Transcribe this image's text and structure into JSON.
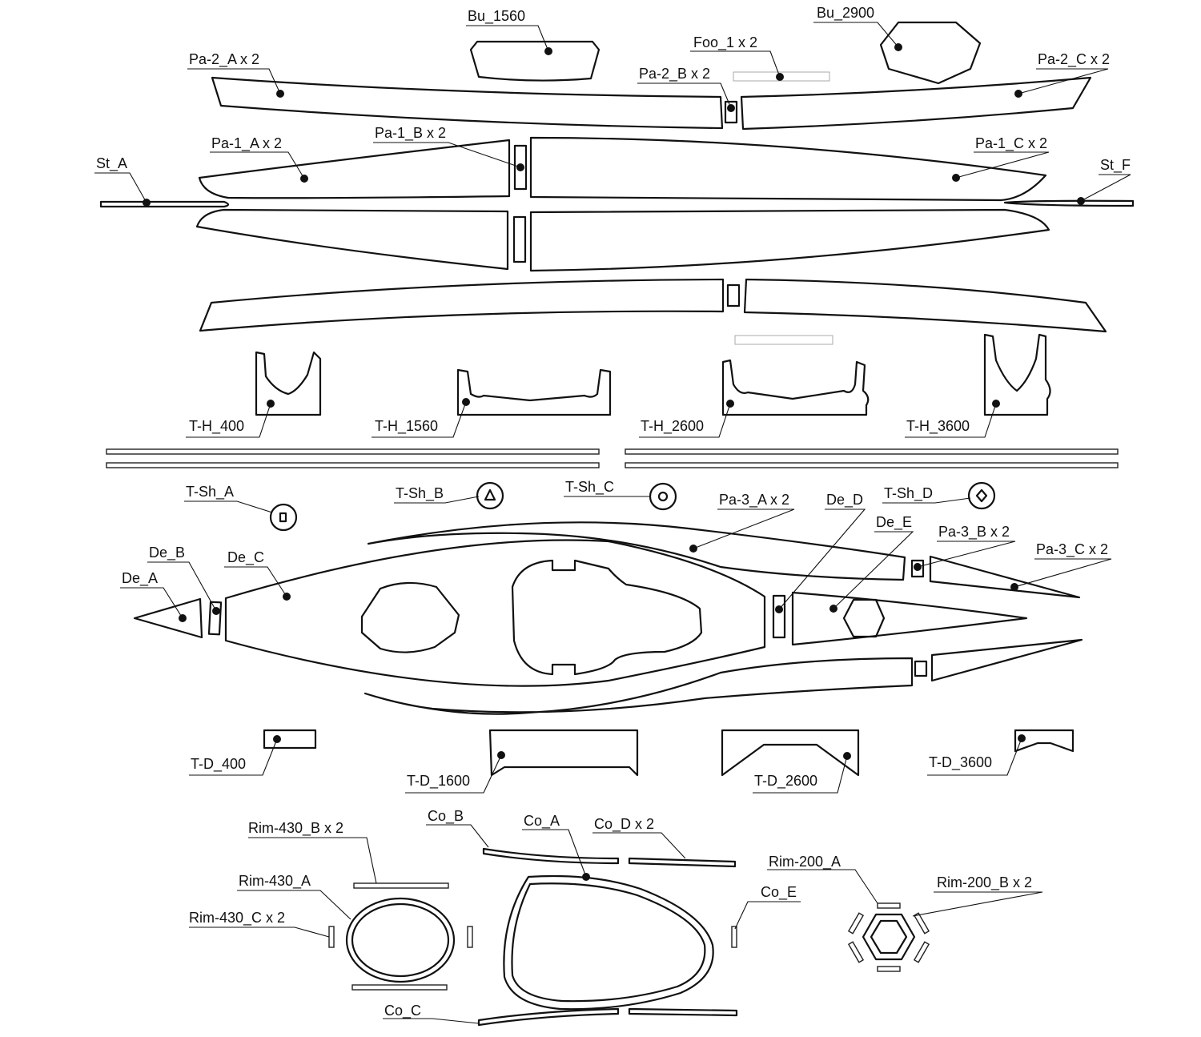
{
  "drawing": {
    "labels": {
      "bu_1560": "Bu_1560",
      "bu_2900": "Bu_2900",
      "foo_1": "Foo_1 x 2",
      "pa2_a": "Pa-2_A x 2",
      "pa2_b": "Pa-2_B x 2",
      "pa2_c": "Pa-2_C x 2",
      "pa1_a": "Pa-1_A x 2",
      "pa1_b": "Pa-1_B x 2",
      "pa1_c": "Pa-1_C x 2",
      "st_a": "St_A",
      "st_f": "St_F",
      "th_400": "T-H_400",
      "th_1560": "T-H_1560",
      "th_2600": "T-H_2600",
      "th_3600": "T-H_3600",
      "tsh_a": "T-Sh_A",
      "tsh_b": "T-Sh_B",
      "tsh_c": "T-Sh_C",
      "tsh_d": "T-Sh_D",
      "pa3_a": "Pa-3_A x 2",
      "pa3_b": "Pa-3_B x 2",
      "pa3_c": "Pa-3_C x 2",
      "de_a": "De_A",
      "de_b": "De_B",
      "de_c": "De_C",
      "de_d": "De_D",
      "de_e": "De_E",
      "td_400": "T-D_400",
      "td_1600": "T-D_1600",
      "td_2600": "T-D_2600",
      "td_3600": "T-D_3600",
      "rim430_b": "Rim-430_B x 2",
      "rim430_a": "Rim-430_A",
      "rim430_c": "Rim-430_C x 2",
      "co_a": "Co_A",
      "co_b": "Co_B",
      "co_c": "Co_C",
      "co_d": "Co_D x 2",
      "co_e": "Co_E",
      "rim200_a": "Rim-200_A",
      "rim200_b": "Rim-200_B x 2"
    }
  }
}
